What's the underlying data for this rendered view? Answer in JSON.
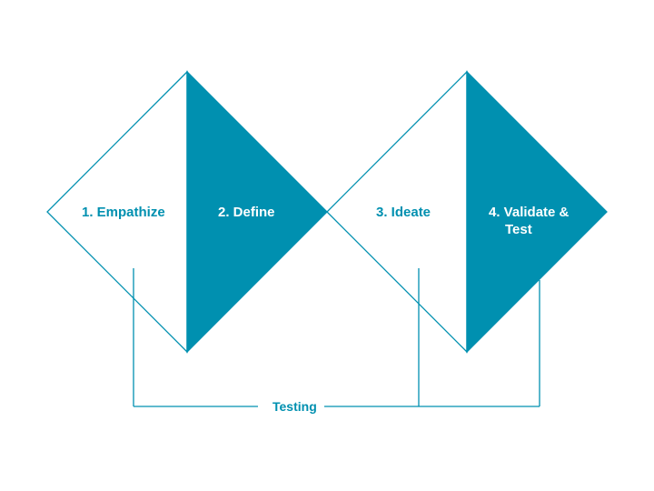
{
  "diagram": {
    "stages": [
      {
        "label": "1. Empathize"
      },
      {
        "label": "2. Define"
      },
      {
        "label": "3. Ideate"
      },
      {
        "label_line1": "4. Validate &",
        "label_line2": "Test"
      }
    ],
    "feedback_label": "Testing"
  },
  "colors": {
    "accent": "#0090b0",
    "background": "#ffffff",
    "text_on_fill": "#ffffff"
  }
}
